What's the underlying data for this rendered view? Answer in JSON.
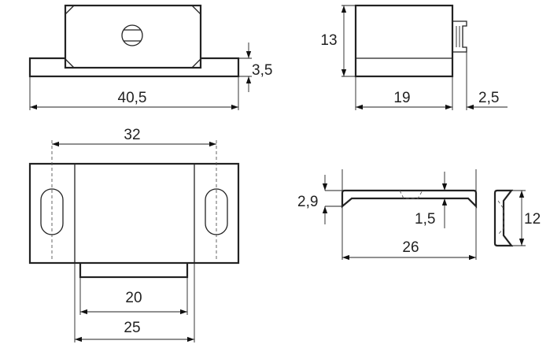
{
  "views": {
    "front": {
      "width_label": "40,5",
      "base_height_label": "3,5"
    },
    "side": {
      "height_label": "13",
      "depth_label": "19",
      "clip_label": "2,5"
    },
    "top": {
      "hole_spacing_label": "32",
      "tab_width_label": "20",
      "body_width_label": "25"
    },
    "plate_side": {
      "thickness_label": "2,9",
      "recess_label": "1,5",
      "length_label": "26"
    },
    "plate_end": {
      "height_label": "12"
    }
  }
}
